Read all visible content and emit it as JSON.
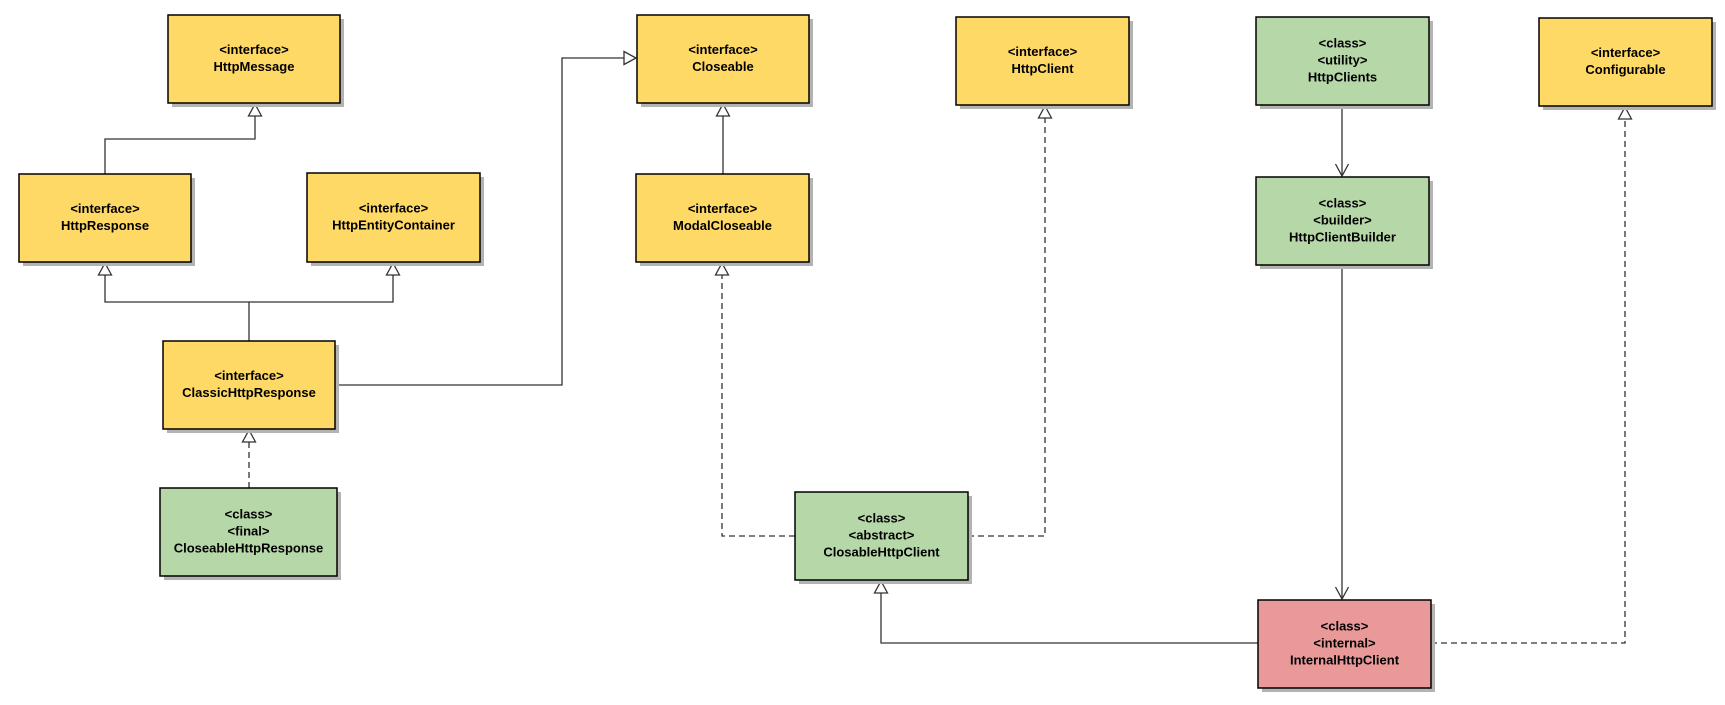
{
  "colors": {
    "interface": "#FFD966",
    "class": "#B6D7A8",
    "internal": "#EA9999",
    "stroke": "#000000",
    "edge": "#333333",
    "shadow": "#B3B3B3"
  },
  "nodes": [
    {
      "id": "HttpMessage",
      "kind": "interface",
      "lines": [
        "<interface>",
        "HttpMessage"
      ]
    },
    {
      "id": "HttpResponse",
      "kind": "interface",
      "lines": [
        "<interface>",
        "HttpResponse"
      ]
    },
    {
      "id": "HttpEntityContainer",
      "kind": "interface",
      "lines": [
        "<interface>",
        "HttpEntityContainer"
      ]
    },
    {
      "id": "ClassicHttpResponse",
      "kind": "interface",
      "lines": [
        "<interface>",
        "ClassicHttpResponse"
      ]
    },
    {
      "id": "CloseableHttpResponse",
      "kind": "class",
      "lines": [
        "<class>",
        "<final>",
        "CloseableHttpResponse"
      ]
    },
    {
      "id": "Closeable",
      "kind": "interface",
      "lines": [
        "<interface>",
        "Closeable"
      ]
    },
    {
      "id": "ModalCloseable",
      "kind": "interface",
      "lines": [
        "<interface>",
        "ModalCloseable"
      ]
    },
    {
      "id": "HttpClient",
      "kind": "interface",
      "lines": [
        "<interface>",
        "HttpClient"
      ]
    },
    {
      "id": "HttpClients",
      "kind": "class",
      "lines": [
        "<class>",
        "<utility>",
        "HttpClients"
      ]
    },
    {
      "id": "HttpClientBuilder",
      "kind": "class",
      "lines": [
        "<class>",
        "<builder>",
        "HttpClientBuilder"
      ]
    },
    {
      "id": "Configurable",
      "kind": "interface",
      "lines": [
        "<interface>",
        "Configurable"
      ]
    },
    {
      "id": "ClosableHttpClient",
      "kind": "class",
      "lines": [
        "<class>",
        "<abstract>",
        "ClosableHttpClient"
      ]
    },
    {
      "id": "InternalHttpClient",
      "kind": "internal",
      "lines": [
        "<class>",
        "<internal>",
        "InternalHttpClient"
      ]
    }
  ],
  "edges": [
    {
      "from": "HttpResponse",
      "to": "HttpMessage",
      "relation": "extends"
    },
    {
      "from": "ClassicHttpResponse",
      "to": "HttpResponse",
      "relation": "extends"
    },
    {
      "from": "ClassicHttpResponse",
      "to": "HttpEntityContainer",
      "relation": "extends"
    },
    {
      "from": "ClassicHttpResponse",
      "to": "Closeable",
      "relation": "extends"
    },
    {
      "from": "CloseableHttpResponse",
      "to": "ClassicHttpResponse",
      "relation": "implements"
    },
    {
      "from": "ModalCloseable",
      "to": "Closeable",
      "relation": "extends"
    },
    {
      "from": "ClosableHttpClient",
      "to": "ModalCloseable",
      "relation": "implements"
    },
    {
      "from": "ClosableHttpClient",
      "to": "HttpClient",
      "relation": "implements"
    },
    {
      "from": "HttpClients",
      "to": "HttpClientBuilder",
      "relation": "uses"
    },
    {
      "from": "HttpClientBuilder",
      "to": "InternalHttpClient",
      "relation": "uses"
    },
    {
      "from": "InternalHttpClient",
      "to": "ClosableHttpClient",
      "relation": "extends"
    },
    {
      "from": "InternalHttpClient",
      "to": "Configurable",
      "relation": "implements"
    }
  ]
}
